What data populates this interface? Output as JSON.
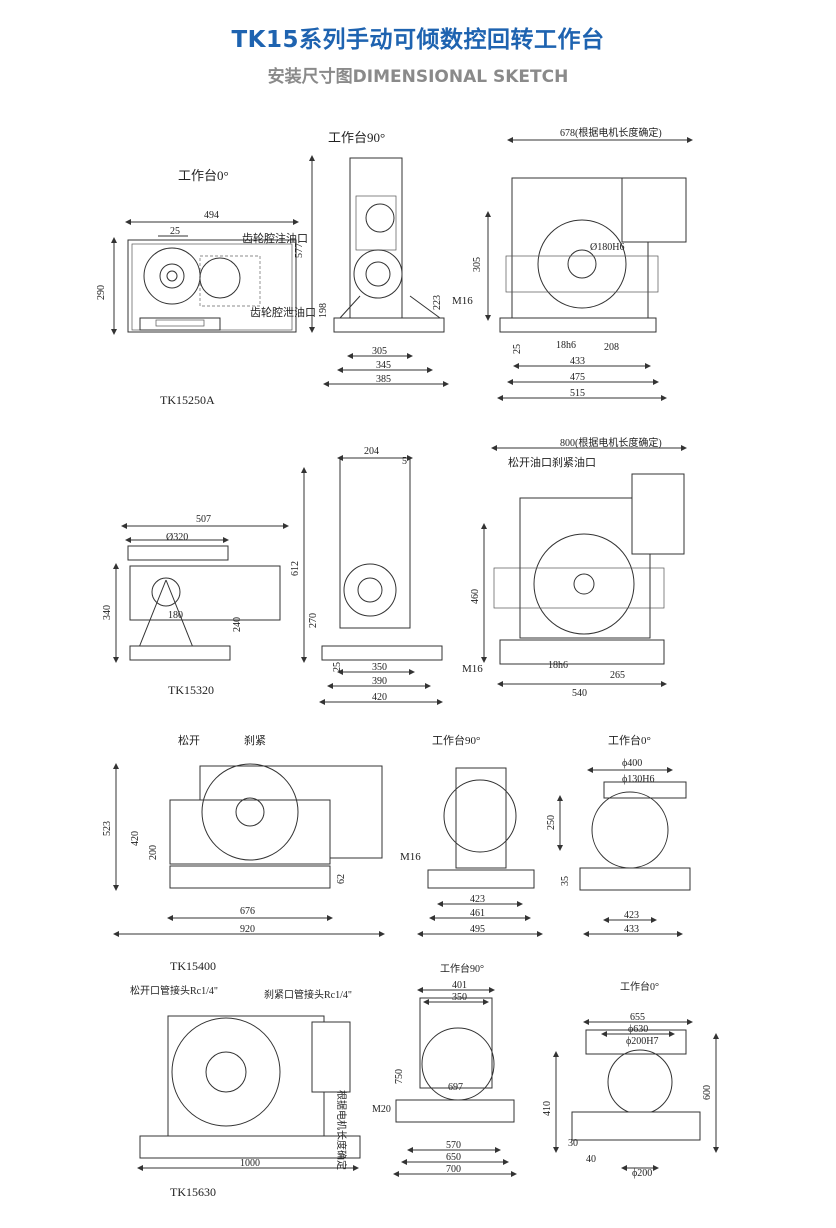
{
  "header": {
    "title": "TK15系列手动可倾数控回转工作台",
    "subtitle": "安装尺寸图DIMENSIONAL SKETCH"
  },
  "colors": {
    "title": "#1e63b0",
    "subtitle": "#8a8a8a"
  },
  "tk15250a": {
    "model": "TK15250A",
    "view_0": "工作台0°",
    "view_90": "工作台90°",
    "d494": "494",
    "d25": "25",
    "d290": "290",
    "oil_in": "齿轮腔注油口",
    "oil_out": "齿轮腔泄油口",
    "d577": "577",
    "d198": "198",
    "d223": "223",
    "m16": "M16",
    "d305": "305",
    "d345": "345",
    "d385": "385",
    "d678": "678(根据电机长度确定)",
    "d305b": "305",
    "d25b": "25",
    "d18h6": "18h6",
    "d208": "208",
    "d433": "433",
    "d475": "475",
    "d515": "515",
    "d180": "Ø180H6"
  },
  "tk15320": {
    "model": "TK15320",
    "d507": "507",
    "d320": "Ø320",
    "d340": "340",
    "d240": "240",
    "d180": "180",
    "d204": "204",
    "d5": "5",
    "d612": "612",
    "d270": "270",
    "d25": "25",
    "d350": "350",
    "d390": "390",
    "d420": "420",
    "m16": "M16",
    "d800": "800(根据电机长度确定)",
    "oil": "松开油口刹紧油口",
    "d460": "460",
    "d18h6": "18h6",
    "d265": "265",
    "d540": "540"
  },
  "tk15400": {
    "model": "TK15400",
    "loosen": "松开",
    "clamp": "刹紧",
    "d523": "523",
    "d420": "420",
    "d200": "200",
    "d62": "62",
    "d676": "676",
    "d920": "920",
    "view_90": "工作台90°",
    "m16": "M16",
    "d423": "423",
    "d461": "461",
    "d495": "495",
    "view_0": "工作台0°",
    "d400": "ϕ400",
    "d130": "ϕ130H6",
    "d250": "250",
    "d35": "35",
    "d423b": "423",
    "d433": "433"
  },
  "tk15630": {
    "model": "TK15630",
    "loosen": "松开口管接头Rc1/4\"",
    "clamp": "刹紧口管接头Rc1/4\"",
    "motor": "根据电机长度确定",
    "d1000": "1000",
    "view_90": "工作台90°",
    "d401": "401",
    "d350": "350",
    "d750": "750",
    "d697": "697",
    "m20": "M20",
    "d570": "570",
    "d650": "650",
    "d700": "700",
    "view_0": "工作台0°",
    "d655": "655",
    "d630": "ϕ630",
    "d200h7": "ϕ200H7",
    "d410": "410",
    "d30": "30",
    "d600": "600",
    "d40": "40",
    "d200": "ϕ200"
  }
}
